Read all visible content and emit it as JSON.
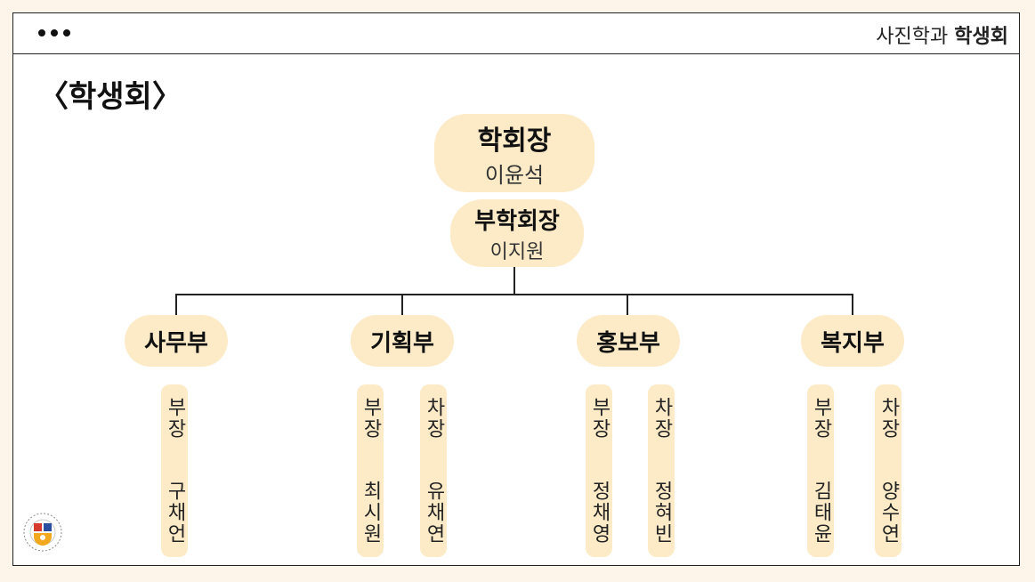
{
  "header": {
    "title_prefix": "사진학과",
    "title_bold": "학생회"
  },
  "page_title": "〈학생회〉",
  "president": {
    "role": "학회장",
    "name": "이윤석"
  },
  "vice_president": {
    "role": "부학회장",
    "name": "이지원"
  },
  "departments": [
    {
      "name": "사무부",
      "members": [
        {
          "title": "부장",
          "name": "구채언"
        }
      ]
    },
    {
      "name": "기획부",
      "members": [
        {
          "title": "부장",
          "name": "최시원"
        },
        {
          "title": "차장",
          "name": "유채연"
        }
      ]
    },
    {
      "name": "홍보부",
      "members": [
        {
          "title": "부장",
          "name": "정채영"
        },
        {
          "title": "차장",
          "name": "정혀빈"
        }
      ]
    },
    {
      "name": "복지부",
      "members": [
        {
          "title": "부장",
          "name": "김태윤"
        },
        {
          "title": "차장",
          "name": "양수연"
        }
      ]
    }
  ],
  "colors": {
    "pill": "#fdebc8",
    "background": "#fdf5e9"
  }
}
